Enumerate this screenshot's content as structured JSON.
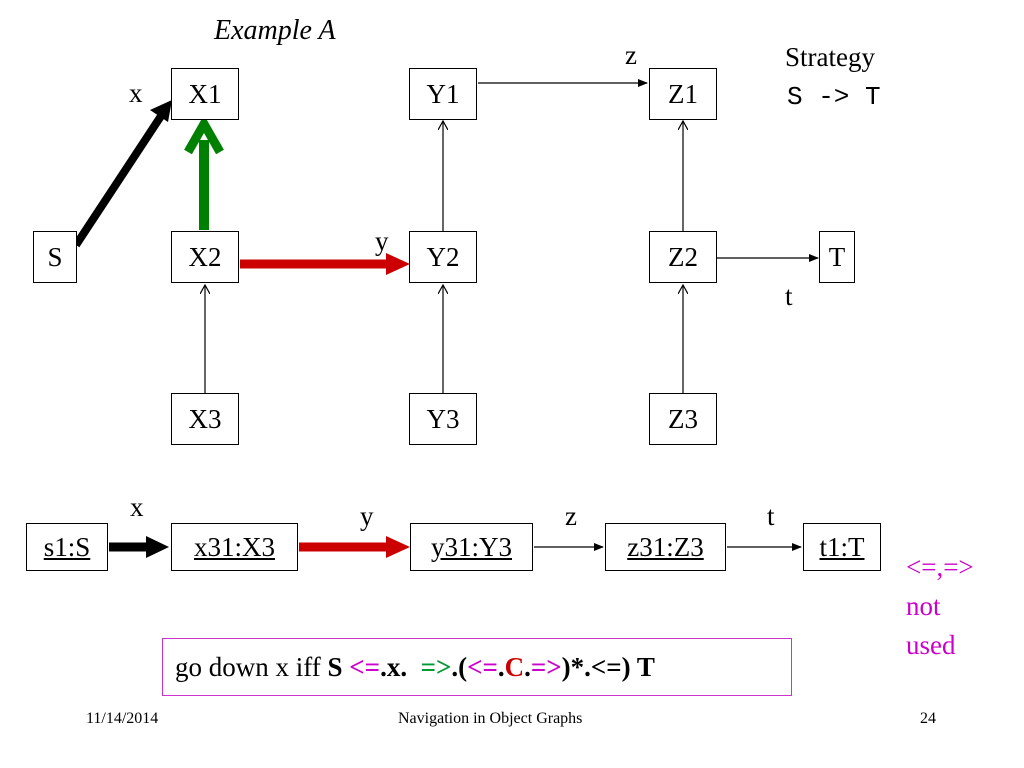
{
  "title": "Example A",
  "strategy": {
    "label": "Strategy",
    "expr": "S -> T"
  },
  "class_graph": {
    "nodes": {
      "X1": "X1",
      "X2": "X2",
      "X3": "X3",
      "Y1": "Y1",
      "Y2": "Y2",
      "Y3": "Y3",
      "Z1": "Z1",
      "Z2": "Z2",
      "Z3": "Z3",
      "S": "S",
      "T": "T"
    },
    "edge_labels": {
      "x": "x",
      "y": "y",
      "z": "z",
      "t": "t"
    }
  },
  "object_graph": {
    "nodes": [
      "s1:S",
      "x31:X3",
      "y31:Y3",
      "z31:Z3",
      "t1:T"
    ],
    "edge_labels": [
      "x",
      "y",
      "z",
      "t"
    ]
  },
  "note": {
    "line1": "<=,=>",
    "line2": "not",
    "line3": "used"
  },
  "formula": {
    "part1": "go down x iff ",
    "part2": "S ",
    "part3": "<=",
    "part4": ".x.  ",
    "part5": "=>",
    "part6": ".(",
    "part7": "<=",
    "part8": ".",
    "part9": "C",
    "part10": ".",
    "part11": "=>",
    "part12": ")*.<=) T"
  },
  "colors": {
    "green": "#008000",
    "red": "#cc0000",
    "magenta": "#cc00cc",
    "black": "#000000"
  },
  "footer": {
    "date": "11/14/2014",
    "center": "Navigation in Object Graphs",
    "page": "24"
  }
}
